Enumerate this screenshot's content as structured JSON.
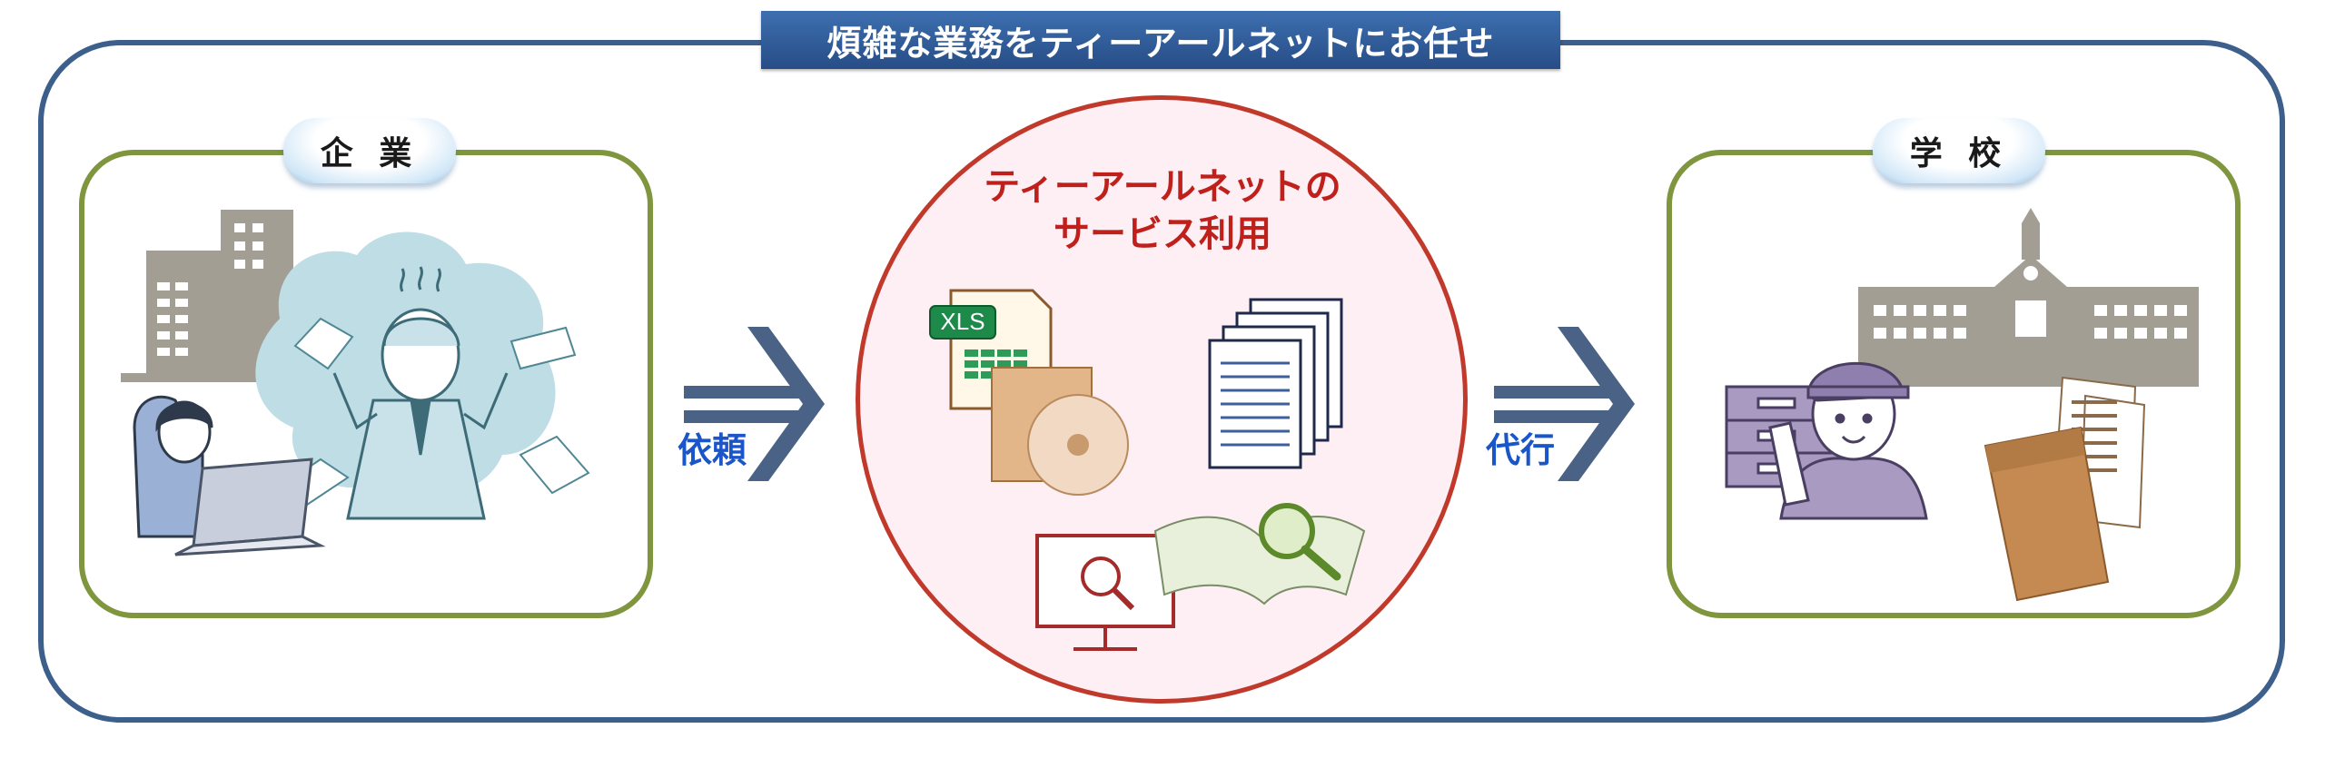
{
  "title": "煩雑な業務をティーアールネットにお任せ",
  "left_panel": {
    "label": "企 業"
  },
  "right_panel": {
    "label": "学 校"
  },
  "center": {
    "title_line1": "ティーアールネットの",
    "title_line2": "サービス利用",
    "xls_label": "XLS"
  },
  "arrows": {
    "left_label": "依頼",
    "right_label": "代行"
  },
  "colors": {
    "frame": "#3d5f8c",
    "panel_border": "#7f953e",
    "circle_border": "#c0392b",
    "arrow": "#4a6285",
    "label_blue": "#1a56c9",
    "title_red": "#c0201b"
  }
}
